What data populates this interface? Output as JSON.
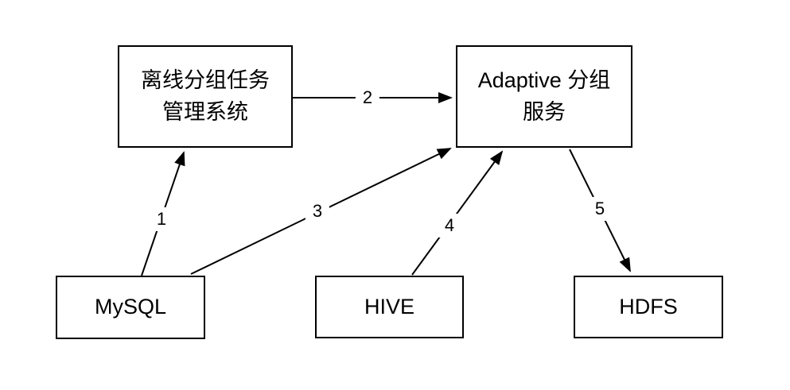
{
  "diagram": {
    "background_color": "#ffffff",
    "stroke_color": "#000000",
    "nodes": [
      {
        "id": "offline-system",
        "label": "离线分组任务\n管理系统"
      },
      {
        "id": "adaptive-service",
        "label": "Adaptive 分组\n服务"
      },
      {
        "id": "mysql",
        "label": "MySQL"
      },
      {
        "id": "hive",
        "label": "HIVE"
      },
      {
        "id": "hdfs",
        "label": "HDFS"
      }
    ],
    "edges": [
      {
        "label": "1",
        "from": "mysql",
        "to": "offline-system"
      },
      {
        "label": "2",
        "from": "offline-system",
        "to": "adaptive-service"
      },
      {
        "label": "3",
        "from": "mysql",
        "to": "adaptive-service"
      },
      {
        "label": "4",
        "from": "hive",
        "to": "adaptive-service"
      },
      {
        "label": "5",
        "from": "adaptive-service",
        "to": "hdfs"
      }
    ]
  }
}
